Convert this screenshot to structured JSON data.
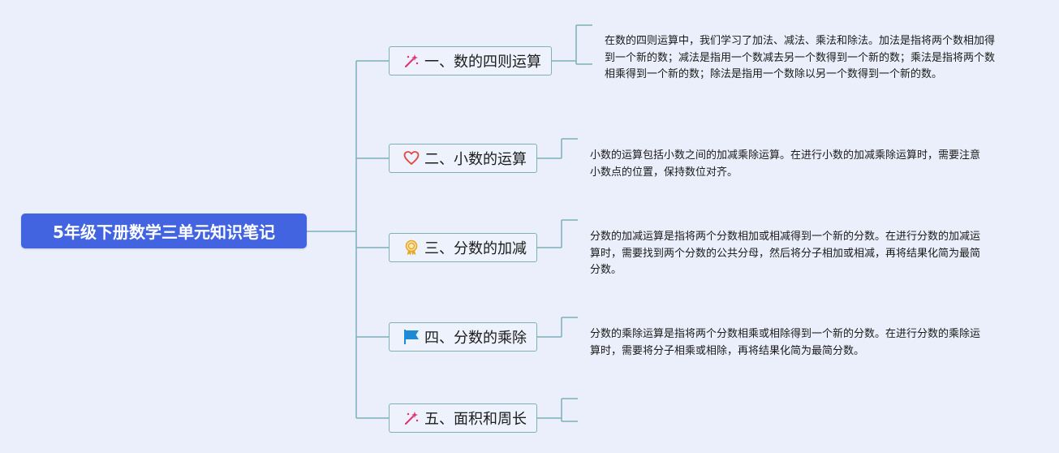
{
  "root": {
    "title": "5年级下册数学三单元知识笔记"
  },
  "topics": [
    {
      "label": "一、数的四则运算",
      "icon": "magic-wand-icon",
      "note": "在数的四则运算中，我们学习了加法、减法、乘法和除法。加法是指将两个数相加得到一个新的数；减法是指用一个数减去另一个数得到一个新的数；乘法是指将两个数相乘得到一个新的数；除法是指用一个数除以另一个数得到一个新的数。"
    },
    {
      "label": "二、小数的运算",
      "icon": "heart-icon",
      "note": "小数的运算包括小数之间的加减乘除运算。在进行小数的加减乘除运算时，需要注意小数点的位置，保持数位对齐。"
    },
    {
      "label": "三、分数的加减",
      "icon": "award-ribbon-icon",
      "note": "分数的加减运算是指将两个分数相加或相减得到一个新的分数。在进行分数的加减运算时，需要找到两个分数的公共分母，然后将分子相加或相减，再将结果化简为最简分数。"
    },
    {
      "label": "四、分数的乘除",
      "icon": "flag-icon",
      "note": "分数的乘除运算是指将两个分数相乘或相除得到一个新的分数。在进行分数的乘除运算时，需要将分子相乘或相除，再将结果化简为最简分数。"
    },
    {
      "label": "五、面积和周长",
      "icon": "magic-wand-icon",
      "note": ""
    }
  ],
  "colors": {
    "background": "#ebeffb",
    "root_fill": "#4264e1",
    "connector": "#7db1b7",
    "wand_pink": "#e0306e",
    "heart_red": "#e0483e",
    "award_gold": "#e5a823",
    "flag_blue": "#1e8ad6"
  }
}
